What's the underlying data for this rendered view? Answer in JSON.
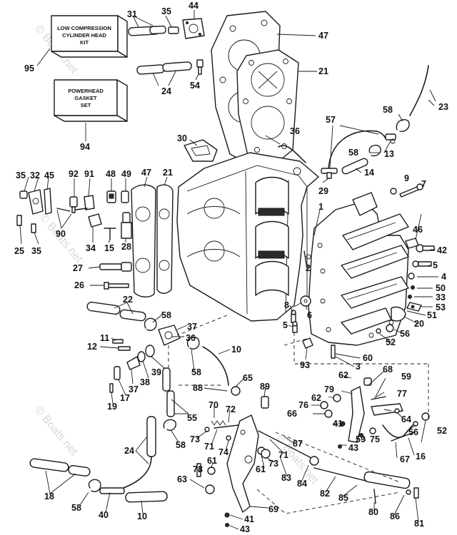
{
  "kit_boxes": {
    "cylinder_head_kit": [
      "LOW COMPRESSION",
      "CYLINDER HEAD",
      "KIT"
    ],
    "powerhead_gasket_set": [
      "POWERHEAD",
      "GASKET",
      "SET"
    ]
  },
  "watermark": "© Boats.net",
  "callouts": [
    "1",
    "2",
    "3",
    "4",
    "5",
    "6",
    "7",
    "8",
    "9",
    "10",
    "11",
    "12",
    "13",
    "14",
    "15",
    "16",
    "17",
    "18",
    "19",
    "20",
    "21",
    "22",
    "23",
    "24",
    "25",
    "26",
    "27",
    "28",
    "29",
    "30",
    "31",
    "32",
    "33",
    "34",
    "35",
    "36",
    "37",
    "38",
    "39",
    "40",
    "41",
    "42",
    "43",
    "44",
    "45",
    "46",
    "47",
    "48",
    "49",
    "50",
    "51",
    "52",
    "53",
    "54",
    "55",
    "56",
    "57",
    "58",
    "59",
    "60",
    "61",
    "62",
    "63",
    "64",
    "65",
    "66",
    "67",
    "68",
    "69",
    "70",
    "71",
    "72",
    "73",
    "74",
    "75",
    "76",
    "77",
    "78",
    "79",
    "80",
    "81",
    "82",
    "83",
    "84",
    "85",
    "86",
    "87",
    "88",
    "89",
    "90",
    "91",
    "92",
    "93",
    "94",
    "95"
  ]
}
